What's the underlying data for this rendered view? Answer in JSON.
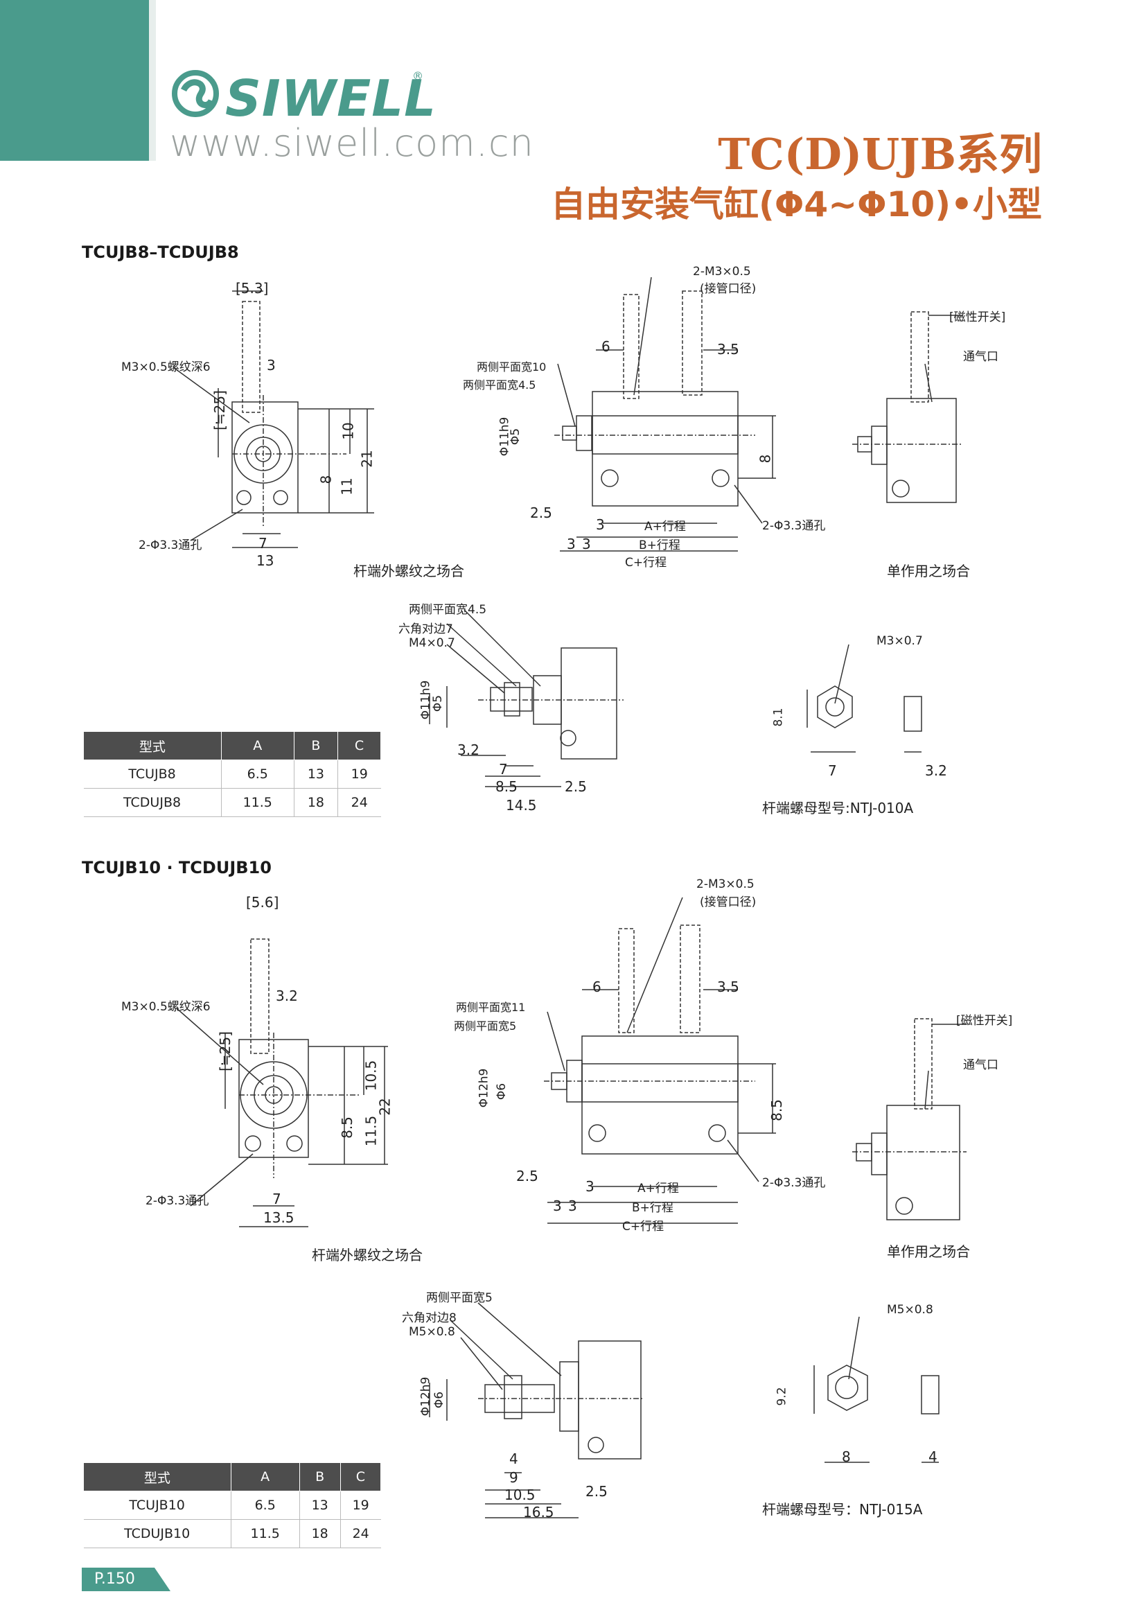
{
  "brand": {
    "name": "SIWELL",
    "reg": "®",
    "url": "www.siwell.com.cn"
  },
  "header": {
    "series": "TC(D)UJB系列",
    "subtitle": "自由安装气缸(Φ4~Φ10)•小型"
  },
  "section1": {
    "title": "TCUJB8–TCDUJB8",
    "labels": {
      "d53": "[5.3]",
      "m3": "M3×0.5螺纹深6",
      "d3": "3",
      "d25": "[≒25]",
      "d10": "10",
      "d21": "21",
      "d8": "8",
      "d11": "11",
      "hole": "2-Φ3.3通孔",
      "d7": "7",
      "d13": "13",
      "m3port": "2-M3×0.5",
      "port": "(接管口径)",
      "d6": "6",
      "d35": "3.5",
      "flat10": "两侧平面宽10",
      "flat45": "两侧平面宽4.5",
      "phi11": "Φ11h9",
      "phi5": "Φ5",
      "d8b": "8",
      "d25b": "2.5",
      "d3a": "3",
      "d3b": "3",
      "d3c": "3",
      "astroke": "A+行程",
      "bstroke": "B+行程",
      "cstroke": "C+行程",
      "hole2": "2-Φ3.3通孔",
      "magnet": "[磁性开关]",
      "vent": "通气口"
    },
    "captions": {
      "rod_ext": "杆端外螺纹之场合",
      "single": "单作用之场合"
    },
    "rod": {
      "flat": "两侧平面宽4.5",
      "hex": "六角对边7",
      "thread": "M4×0.7",
      "phi11": "Φ11h9",
      "phi5": "Φ5",
      "d32": "3.2",
      "d7": "7",
      "d85": "8.5",
      "d25": "2.5",
      "d145": "14.5"
    },
    "nut": {
      "thread": "M3×0.7",
      "d81": "8.1",
      "d7": "7",
      "d32": "3.2",
      "model": "杆端螺母型号:NTJ-010A"
    },
    "table": {
      "headers": [
        "型式",
        "A",
        "B",
        "C"
      ],
      "rows": [
        [
          "TCUJB8",
          "6.5",
          "13",
          "19"
        ],
        [
          "TCDUJB8",
          "11.5",
          "18",
          "24"
        ]
      ]
    }
  },
  "section2": {
    "title": "TCUJB10 · TCDUJB10",
    "labels": {
      "d56": "[5.6]",
      "m3": "M3×0.5螺纹深6",
      "d32": "3.2",
      "d25": "[≒25]",
      "d105": "10.5",
      "d22": "22",
      "d85": "8.5",
      "d115": "11.5",
      "hole": "2-Φ3.3通孔",
      "d7": "7",
      "d135": "13.5",
      "m3port": "2-M3×0.5",
      "port": "(接管口径)",
      "d6": "6",
      "d35": "3.5",
      "flat11": "两侧平面宽11",
      "flat5": "两侧平面宽5",
      "phi12": "Φ12h9",
      "phi6": "Φ6",
      "d85b": "8.5",
      "d25b": "2.5",
      "d3a": "3",
      "d3b": "3",
      "d3c": "3",
      "astroke": "A+行程",
      "bstroke": "B+行程",
      "cstroke": "C+行程",
      "hole2": "2-Φ3.3通孔",
      "magnet": "[磁性开关]",
      "vent": "通气口"
    },
    "captions": {
      "rod_ext": "杆端外螺纹之场合",
      "single": "单作用之场合"
    },
    "rod": {
      "flat": "两侧平面宽5",
      "hex": "六角对边8",
      "thread": "M5×0.8",
      "phi12": "Φ12h9",
      "phi6": "Φ6",
      "d4": "4",
      "d9": "9",
      "d105": "10.5",
      "d25": "2.5",
      "d165": "16.5"
    },
    "nut": {
      "thread": "M5×0.8",
      "d92": "9.2",
      "d8": "8",
      "d4": "4",
      "model": "杆端螺母型号：NTJ-015A"
    },
    "table": {
      "headers": [
        "型式",
        "A",
        "B",
        "C"
      ],
      "rows": [
        [
          "TCUJB10",
          "6.5",
          "13",
          "19"
        ],
        [
          "TCDUJB10",
          "11.5",
          "18",
          "24"
        ]
      ]
    }
  },
  "footer": {
    "page": "P.150"
  },
  "colors": {
    "brand": "#4a9b8c",
    "accent": "#c9662e",
    "table_header": "#4d4d4d"
  }
}
